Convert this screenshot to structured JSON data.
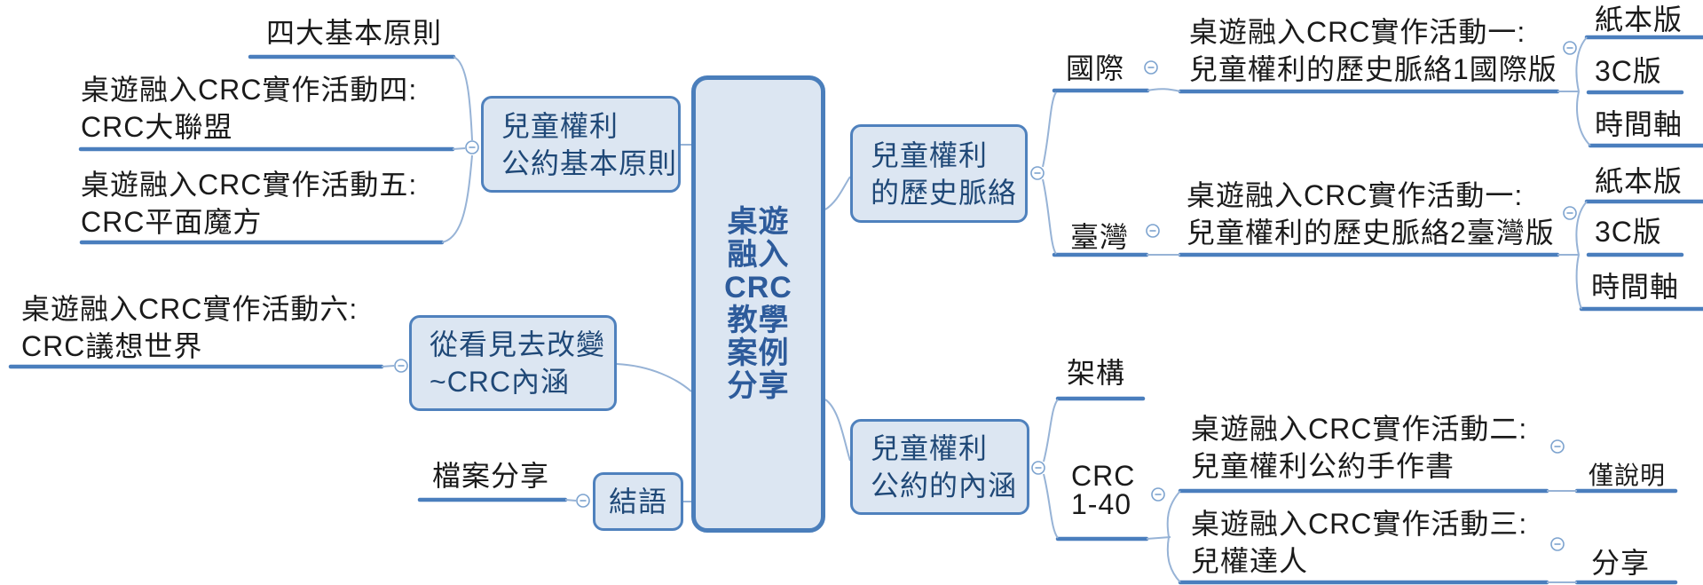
{
  "colors": {
    "branch_line": "#4a7ebd",
    "connector_line": "#97b3d6",
    "box_fill": "#dce6f2",
    "box_border": "#4f81bd",
    "box_text": "#1f4877",
    "root_border": "#4a7ebb",
    "root_text": "#2d5b9b",
    "leaf_text": "#1a1a1a",
    "toggle_icon": "minus-in-circle"
  },
  "root": {
    "lines": [
      "桌遊",
      "融入",
      "CRC",
      "教學",
      "案例",
      "分享"
    ]
  },
  "left": {
    "principles_box": {
      "line1": "兒童權利",
      "line2": "公約基本原則"
    },
    "four_principles": "四大基本原則",
    "activity4": {
      "line1": "桌遊融入CRC實作活動四:",
      "line2": "CRC大聯盟"
    },
    "activity5": {
      "line1": "桌遊融入CRC實作活動五:",
      "line2": "CRC平面魔方"
    },
    "change_box": {
      "line1": "從看見去改變",
      "line2": "~CRC內涵"
    },
    "activity6": {
      "line1": "桌遊融入CRC實作活動六:",
      "line2": "CRC議想世界"
    },
    "conclusion_box": "結語",
    "file_share": "檔案分享"
  },
  "right": {
    "history_box": {
      "line1": "兒童權利",
      "line2": "的歷史脈絡"
    },
    "international": "國際",
    "taiwan": "臺灣",
    "activity1_intl": {
      "line1": "桌遊融入CRC實作活動一:",
      "line2": "兒童權利的歷史脈絡1國際版"
    },
    "activity1_tw": {
      "line1": "桌遊融入CRC實作活動一:",
      "line2": "兒童權利的歷史脈絡2臺灣版"
    },
    "intl_children": {
      "paper": "紙本版",
      "c3": "3C版",
      "timeline": "時間軸"
    },
    "tw_children": {
      "paper": "紙本版",
      "c3": "3C版",
      "timeline": "時間軸"
    },
    "content_box": {
      "line1": "兒童權利",
      "line2": "公約的內涵"
    },
    "structure": "架構",
    "crc140": {
      "line1": "CRC",
      "line2": "1-40"
    },
    "activity2": {
      "line1": "桌遊融入CRC實作活動二:",
      "line2": "兒童權利公約手作書"
    },
    "activity3": {
      "line1": "桌遊融入CRC實作活動三:",
      "line2": "兒權達人"
    },
    "explain_only": "僅說明",
    "share": "分享"
  }
}
